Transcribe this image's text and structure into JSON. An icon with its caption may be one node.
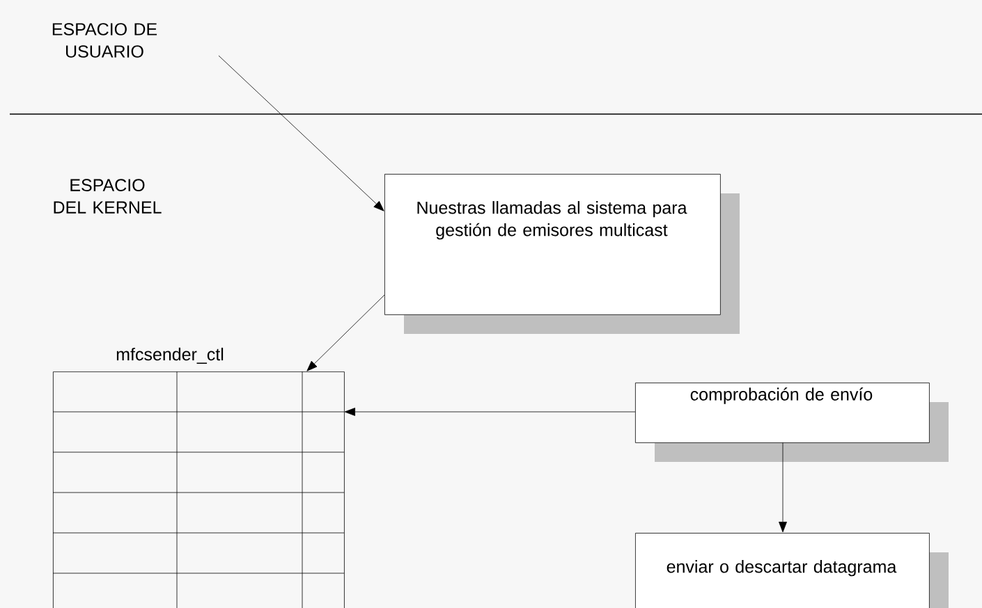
{
  "diagram": {
    "nodes": [
      {
        "text": [
          "ESPACIO DE USUARIO"
        ]
      },
      {
        "text": [
          "Nuestras llamadas al sistema para gestión de emisores multicast"
        ]
      },
      {
        "text": [
          "mfcsender_ctl"
        ]
      },
      {
        "text": [
          "comprobación de envío"
        ]
      },
      {
        "text": [
          "enviar o descartar datagrama"
        ]
      }
    ],
    "edges": [
      {
        "from": 0,
        "to": 1,
        "arrow": "to"
      },
      {
        "from": 1,
        "to": 2,
        "arrow": "to"
      },
      {
        "from": 3,
        "to": 2,
        "arrow": "to"
      },
      {
        "from": 3,
        "to": 4,
        "arrow": "to"
      }
    ],
    "labels": [
      "ESPACIO DEL KERNEL"
    ]
  }
}
